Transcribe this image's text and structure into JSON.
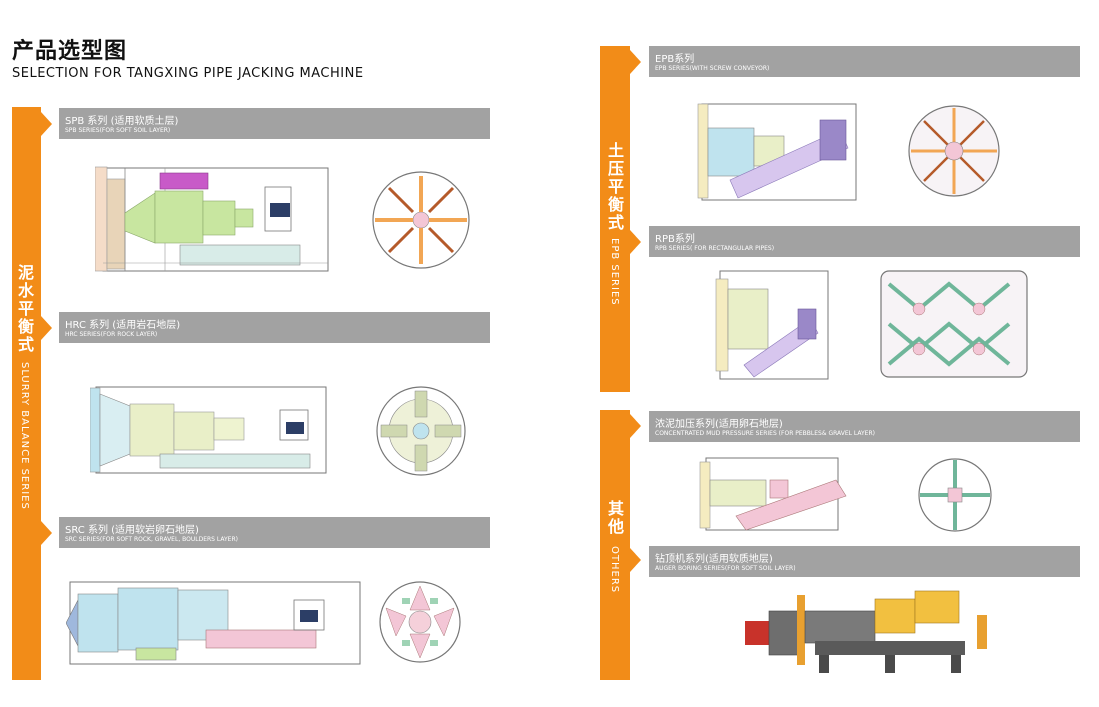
{
  "header": {
    "title_cn": "产品选型图",
    "title_en": "SELECTION FOR TANGXING PIPE JACKING MACHINE"
  },
  "left_column": {
    "vertical_label_cn": "泥水平衡式",
    "vertical_label_en": "SLURRY BALANCE SERIES",
    "sections": [
      {
        "title_cn": "SPB 系列 (适用软质土层)",
        "title_en": "SPB  SERIES(FOR SOFT SOIL LAYER)"
      },
      {
        "title_cn": "HRC 系列 (适用岩石地层)",
        "title_en": "HRC SERIES(FOR ROCK LAYER)"
      },
      {
        "title_cn": "SRC 系列 (适用软岩卵石地层)",
        "title_en": "SRC SERIES(FOR SOFT ROCK, GRAVEL, BOULDERS LAYER)"
      }
    ]
  },
  "right_top": {
    "vertical_label_cn": "土压平衡式",
    "vertical_label_en": "EPB SERIES",
    "sections": [
      {
        "title_cn": "EPB系列",
        "title_en": "EPB SERIES(WITH SCREW CONVEYOR)"
      },
      {
        "title_cn": "RPB系列",
        "title_en": "RPB SERIES( FOR RECTANGULAR PIPES)"
      }
    ]
  },
  "right_bottom": {
    "vertical_label_cn": "其他",
    "vertical_label_en": "OTHERS",
    "sections": [
      {
        "title_cn": "浓泥加压系列(适用卵石地层)",
        "title_en": "CONCENTRATED MUD PRESSURE SERIES (FOR PEBBLES& GRAVEL LAYER)"
      },
      {
        "title_cn": "钻顶机系列(适用软质地层)",
        "title_en": "AUGER BORING SERIES(FOR SOFT SOIL LAYER)"
      }
    ]
  },
  "colors": {
    "accent_orange": "#f28c18",
    "band_gray": "#a2a2a2",
    "machine_green": "#c8e6a0",
    "machine_blue": "#bfe3ee",
    "machine_pink": "#f3c6d6",
    "machine_purple": "#c85ac8",
    "machine_orange": "#f2a654"
  }
}
